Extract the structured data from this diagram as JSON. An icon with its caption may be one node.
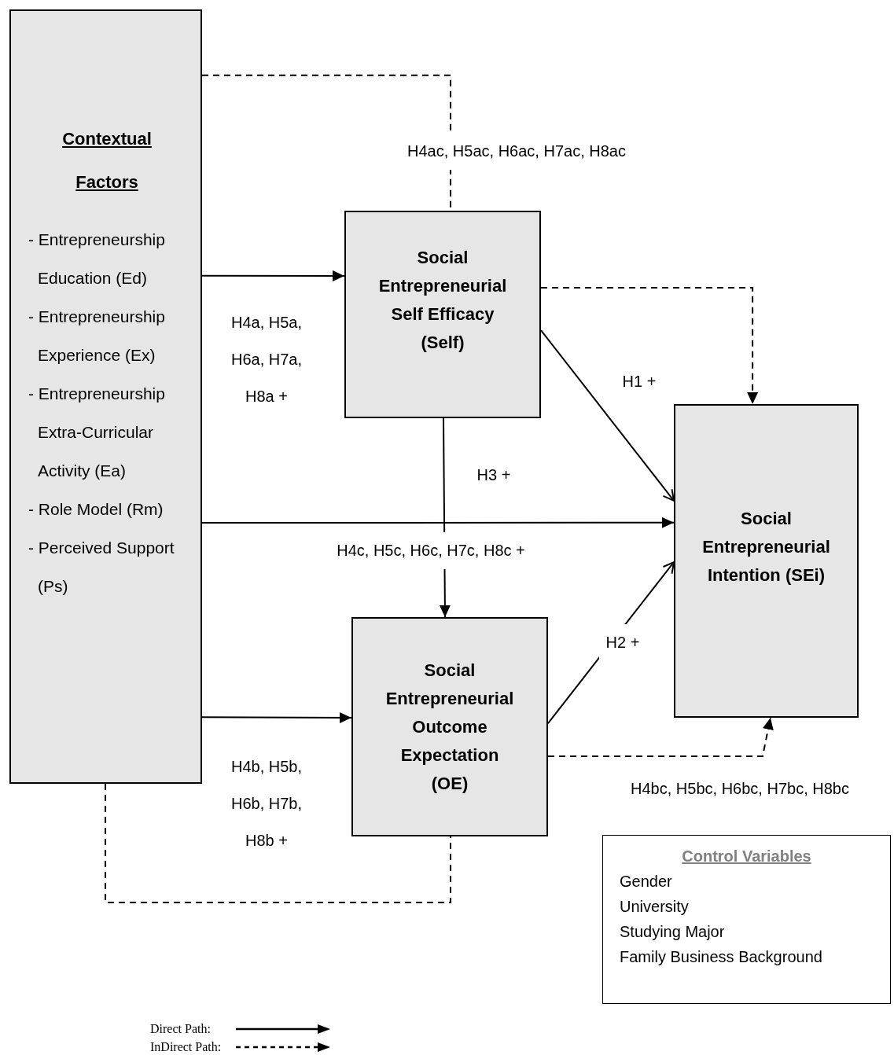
{
  "diagram": {
    "nodes": [
      {
        "text": [
          "Contextual Factors",
          "- Entrepreneurship Education (Ed)",
          "- Entrepreneurship Experience (Ex)",
          "- Entrepreneurship Extra-Curricular Activity (Ea)",
          "- Role Model (Rm)",
          "- Perceived Support (Ps)"
        ]
      },
      {
        "text": [
          "Social Entrepreneurial Self Efficacy (Self)"
        ]
      },
      {
        "text": [
          "Social Entrepreneurial Intention (SEi)"
        ]
      },
      {
        "text": [
          "Social Entrepreneurial Outcome Expectation (OE)"
        ]
      },
      {
        "text": [
          "Control Variables",
          "Gender",
          "University",
          "Studying Major",
          "Family Business Background"
        ]
      }
    ],
    "edges": [
      {
        "from": 0,
        "to": 1,
        "arrow": "to",
        "label": "H4a, H5a, H6a, H7a, H8a +"
      },
      {
        "from": 0,
        "to": 3,
        "arrow": "to",
        "label": "H4b, H5b, H6b, H7b, H8b +"
      },
      {
        "from": 0,
        "to": 2,
        "arrow": "to",
        "label": "H4c, H5c, H6c, H7c, H8c +"
      },
      {
        "from": 1,
        "to": 2,
        "arrow": "to",
        "label": "H1 +"
      },
      {
        "from": 3,
        "to": 2,
        "arrow": "to",
        "label": "H2 +"
      },
      {
        "from": 1,
        "to": 3,
        "arrow": "to",
        "label": "H3 +"
      },
      {
        "from": 0,
        "to": 1,
        "arrow": "none",
        "style": "dashed",
        "label": "H4ac, H5ac, H6ac, H7ac, H8ac"
      },
      {
        "from": 1,
        "to": 2,
        "arrow": "to",
        "style": "dashed"
      },
      {
        "from": 0,
        "to": 3,
        "arrow": "none",
        "style": "dashed"
      },
      {
        "from": 3,
        "to": 2,
        "arrow": "to",
        "style": "dashed",
        "label": "H4bc, H5bc, H6bc, H7bc, H8bc"
      }
    ],
    "legend": [
      {
        "text": "Direct Path:"
      },
      {
        "text": "InDirect Path:"
      }
    ]
  }
}
